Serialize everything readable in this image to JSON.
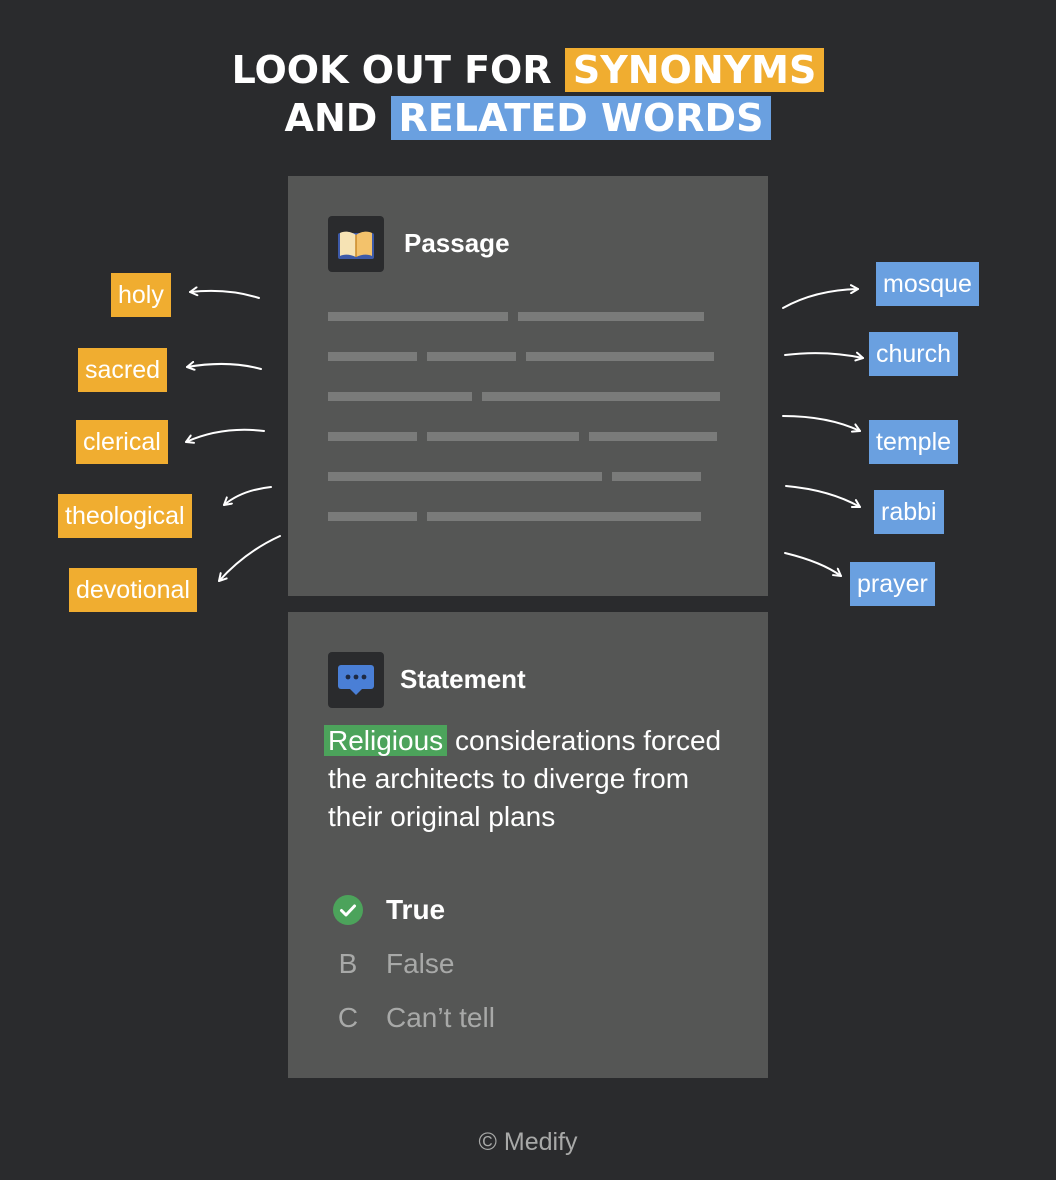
{
  "title": {
    "line1_plain": "LOOK OUT FOR ",
    "line1_highlight": "SYNONYMS",
    "line2_plain": "AND ",
    "line2_highlight": "RELATED WORDS"
  },
  "passage": {
    "icon": "open-book-icon",
    "heading": "Passage"
  },
  "synonyms_left": [
    "holy",
    "sacred",
    "clerical",
    "theological",
    "devotional"
  ],
  "related_right": [
    "mosque",
    "church",
    "temple",
    "rabbi",
    "prayer"
  ],
  "statement": {
    "icon": "speech-bubble-icon",
    "heading": "Statement",
    "highlight_word": "Religious",
    "text": " considerations forced the architects to diverge from their original plans"
  },
  "options": [
    {
      "marker": "",
      "label": "True",
      "correct": true
    },
    {
      "marker": "B",
      "label": "False",
      "correct": false
    },
    {
      "marker": "C",
      "label": "Can’t tell",
      "correct": false
    }
  ],
  "footer": "© Medify",
  "colors": {
    "background": "#2a2b2d",
    "panel": "#555655",
    "orange": "#f0ad30",
    "blue": "#6aa0e0",
    "green": "#4ca35b"
  }
}
